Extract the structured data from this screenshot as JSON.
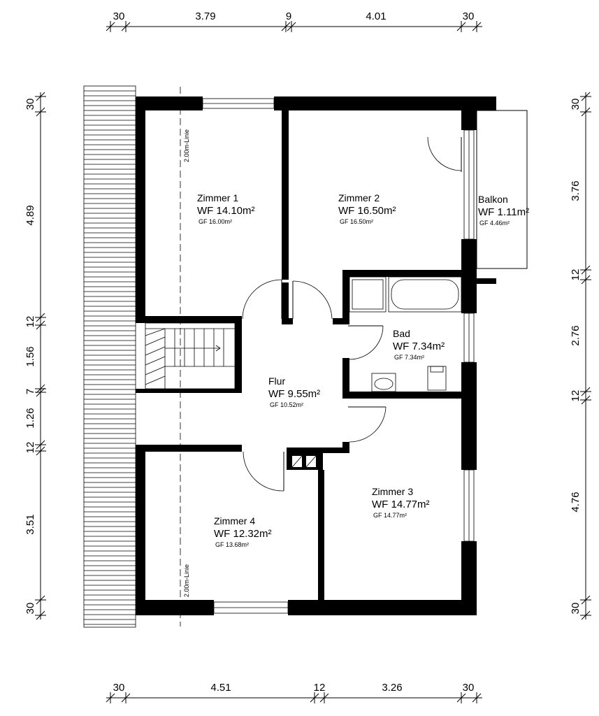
{
  "dimensions": {
    "top": [
      "30",
      "3.79",
      "9",
      "4.01",
      "30"
    ],
    "bottom": [
      "30",
      "4.51",
      "12",
      "3.26",
      "30"
    ],
    "left": [
      "30",
      "4.89",
      "12",
      "1.56",
      "7",
      "1.26",
      "12",
      "3.51",
      "30"
    ],
    "right": [
      "30",
      "3.76",
      "12",
      "2.76",
      "12",
      "4.76",
      "30"
    ]
  },
  "rooms": [
    {
      "id": "zimmer1",
      "name": "Zimmer 1",
      "wf": "WF 14.10m²",
      "gf": "GF 16.00m²"
    },
    {
      "id": "zimmer2",
      "name": "Zimmer 2",
      "wf": "WF 16.50m²",
      "gf": "GF 16.50m²"
    },
    {
      "id": "balkon",
      "name": "Balkon",
      "wf": "WF 1.11m²",
      "gf": "GF 4.46m²"
    },
    {
      "id": "bad",
      "name": "Bad",
      "wf": "WF 7.34m²",
      "gf": "GF 7.34m²"
    },
    {
      "id": "flur",
      "name": "Flur",
      "wf": "WF 9.55m²",
      "gf": "GF 10.52m²"
    },
    {
      "id": "zimmer3",
      "name": "Zimmer 3",
      "wf": "WF 14.77m²",
      "gf": "GF 14.77m²"
    },
    {
      "id": "zimmer4",
      "name": "Zimmer 4",
      "wf": "WF 12.32m²",
      "gf": "GF 13.68m²"
    }
  ],
  "notes": {
    "line_top": "2.00m-Linie",
    "line_bottom": "2.00m-Linie"
  }
}
